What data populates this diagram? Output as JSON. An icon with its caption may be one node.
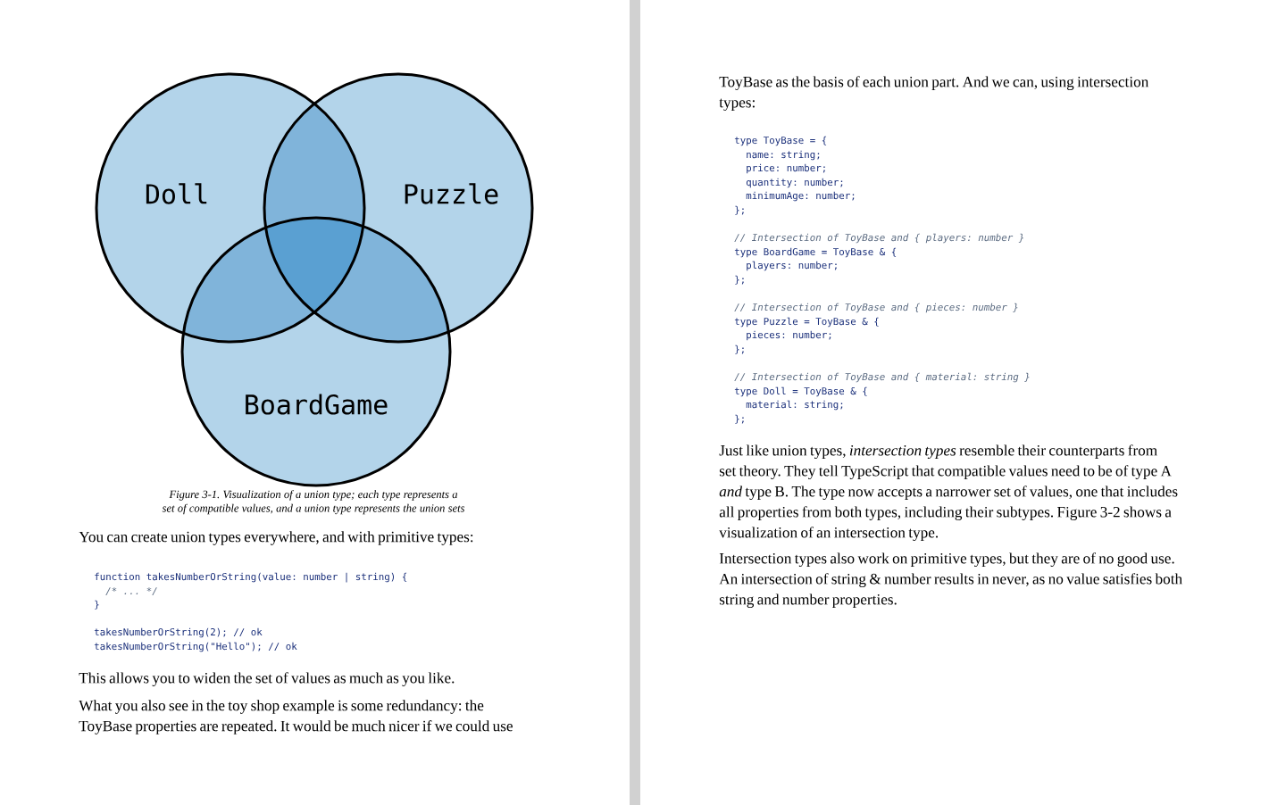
{
  "diagram": {
    "caption": "Figure 3-1. Visualization of a union type; each type represents a set of compatible values, and a union type represents the union sets",
    "nodes": [
      {
        "text": [
          "Doll"
        ]
      },
      {
        "text": [
          "Puzzle"
        ]
      },
      {
        "text": [
          "BoardGame"
        ]
      }
    ],
    "labels": [
      "You can create union types everywhere, and with primitive types:",
      "function takesNumberOrString(value: number | string) {",
      "/* ... */",
      "}",
      "takesNumberOrString(2); // ok",
      "takesNumberOrString(\"Hello\"); // ok",
      "This allows you to widen the set of values as much as you like.",
      "What you also see in the toy shop example is some redundancy: the ToyBase properties are repeated. It would be much nicer if we could use",
      "ToyBase as the basis of each union part. And we can, using intersection types:",
      "type ToyBase = {",
      "name: string;",
      "price: number;",
      "quantity: number;",
      "minimumAge: number;",
      "};",
      "// Intersection of ToyBase and { players: number }",
      "type BoardGame = ToyBase & {",
      "players: number;",
      "};",
      "// Intersection of ToyBase and { pieces: number }",
      "type Puzzle = ToyBase & {",
      "pieces: number;",
      "};",
      "// Intersection of ToyBase and { material: string }",
      "type Doll = ToyBase & {",
      "material: string;",
      "};",
      "Just like union types, *intersection types* resemble their counterparts from set theory. They tell TypeScript that compatible values need to be of type A *and* type B. The type now accepts a narrower set of values, one that includes all properties from both types, including their subtypes. Figure 3-2 shows a visualization of an intersection type.",
      "Intersection types also work on primitive types, but they are of no good use. An intersection of string & number results in never, as no value satisfies both string and number properties."
    ]
  }
}
